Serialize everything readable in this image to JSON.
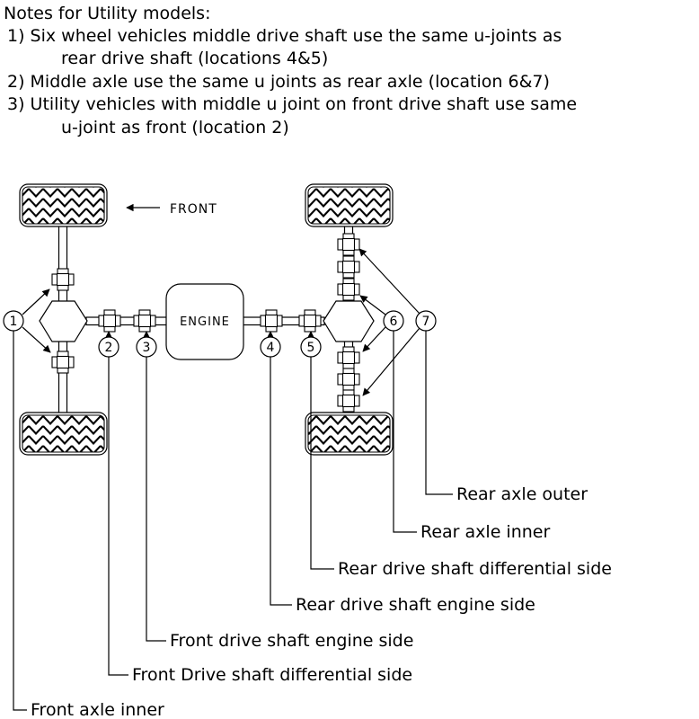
{
  "notes": {
    "title": "Notes for Utility models:",
    "lines": [
      "1) Six wheel vehicles middle drive shaft use the same u-joints as",
      "rear drive shaft (locations 4&5)",
      "2) Middle axle use the same u joints as rear axle (location 6&7)",
      "3) Utility vehicles with middle u joint on front drive shaft use same",
      "u-joint as front (location 2)"
    ]
  },
  "diagram": {
    "front_label": "FRONT",
    "engine_label": "ENGINE",
    "callouts": [
      {
        "number": "1",
        "label": "Front axle inner"
      },
      {
        "number": "2",
        "label": "Front Drive shaft differential side"
      },
      {
        "number": "3",
        "label": "Front drive shaft engine side"
      },
      {
        "number": "4",
        "label": "Rear drive shaft engine side"
      },
      {
        "number": "5",
        "label": "Rear drive shaft differential side"
      },
      {
        "number": "6",
        "label": "Rear axle inner"
      },
      {
        "number": "7",
        "label": "Rear axle outer"
      }
    ]
  }
}
